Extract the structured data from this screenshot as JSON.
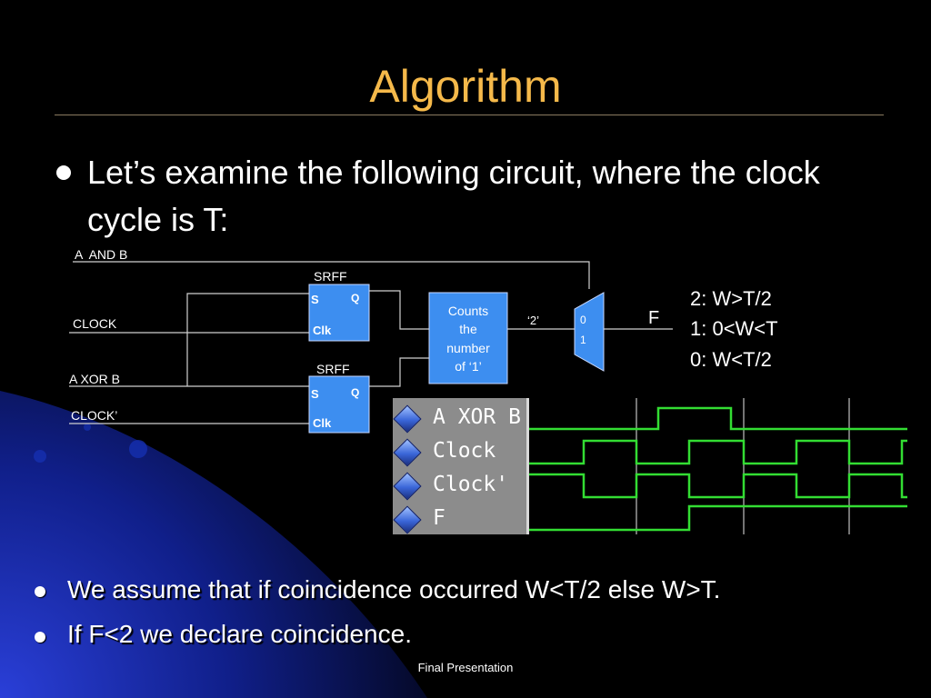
{
  "slide": {
    "title": "Algorithm",
    "bullet1": "Let’s examine the following circuit, where the clock cycle is T:",
    "bullet2": "We assume that if coincidence occurred W<T/2 else W>T.",
    "bullet3": "If F<2 we declare coincidence.",
    "footer": "Final Presentation"
  },
  "colors": {
    "title": "#f5b94a",
    "block": "#3d8ef0",
    "wave": "#33dd33",
    "background": "#000000"
  },
  "circuit": {
    "input_a_and_b": "A  AND B",
    "input_clock": "CLOCK",
    "input_a_xor_b": "A XOR B",
    "input_clock_inv": "CLOCK’",
    "ff1": {
      "label": "SRFF",
      "s": "S",
      "q": "Q",
      "clk": "Clk"
    },
    "ff2": {
      "label": "SRFF",
      "s": "S",
      "q": "Q",
      "clk": "Clk"
    },
    "counter": {
      "line1": "Counts",
      "line2": "the",
      "line3": "number",
      "line4": "of ‘1’"
    },
    "mux": {
      "in0": "0",
      "in1": "1",
      "sel_label": "‘2’"
    },
    "output": "F",
    "legend": {
      "line1": "2: W>T/2",
      "line2": "1: 0<W<T",
      "line3": "0: W<T/2"
    }
  },
  "waveform": {
    "signals": [
      "A XOR B",
      "Clock",
      "Clock'",
      "F"
    ],
    "icon": "diamond-icon"
  }
}
